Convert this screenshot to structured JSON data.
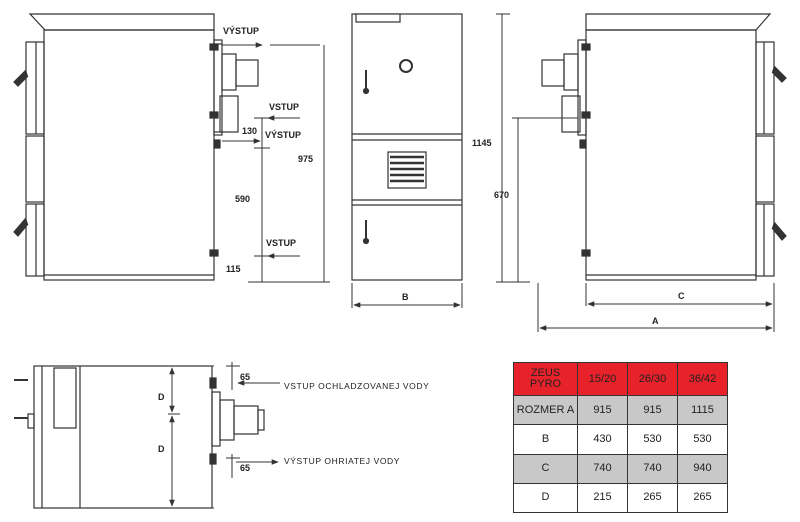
{
  "labels": {
    "vystup_top": "VÝSTUP",
    "vstup_top": "VSTUP",
    "vystup_mid": "VÝSTUP",
    "vstup_bottom": "VSTUP",
    "dim_130": "130",
    "dim_975": "975",
    "dim_590": "590",
    "dim_115": "115",
    "dim_1145": "1145",
    "dim_670": "670",
    "dim_b": "B",
    "dim_c": "C",
    "dim_a": "A",
    "dim_d_top": "D",
    "dim_d_bottom": "D",
    "dim_65_top": "65",
    "dim_65_bottom": "65",
    "cooling_inlet": "VSTUP OCHLADZOVANEJ VODY",
    "heated_outlet": "VÝSTUP OHRIATEJ VODY"
  },
  "table": {
    "header": [
      "ZEUS PYRO",
      "15/20",
      "26/30",
      "36/42"
    ],
    "rows": [
      [
        "ROZMER A",
        "915",
        "915",
        "1115"
      ],
      [
        "B",
        "430",
        "530",
        "530"
      ],
      [
        "C",
        "740",
        "740",
        "940"
      ],
      [
        "D",
        "215",
        "265",
        "265"
      ]
    ]
  },
  "colors": {
    "line": "#333333",
    "header_bg": "#e8222a",
    "shaded_row_bg": "#c8c8c8"
  }
}
